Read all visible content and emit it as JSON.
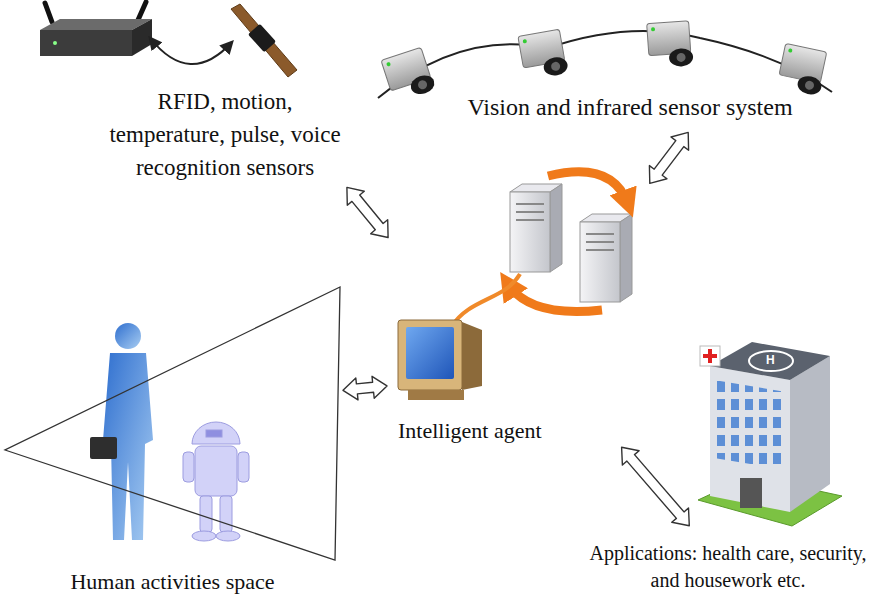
{
  "diagram": {
    "nodes": [
      {
        "text": [
          "RFID, motion, temperature, pulse, voice recognition sensors"
        ]
      },
      {
        "text": [
          "Vision and infrared sensor system"
        ]
      },
      {
        "text": [
          "Intelligent agent"
        ]
      },
      {
        "text": [
          "Human activities space"
        ]
      },
      {
        "text": [
          "Applications: health care, security, and housework etc."
        ]
      }
    ],
    "edges": [
      {
        "from": 0,
        "to": 2,
        "arrow": "both"
      },
      {
        "from": 1,
        "to": 2,
        "arrow": "both"
      },
      {
        "from": 3,
        "to": 2,
        "arrow": "both"
      },
      {
        "from": 2,
        "to": 4,
        "arrow": "both"
      }
    ],
    "labels": [
      "H"
    ]
  }
}
